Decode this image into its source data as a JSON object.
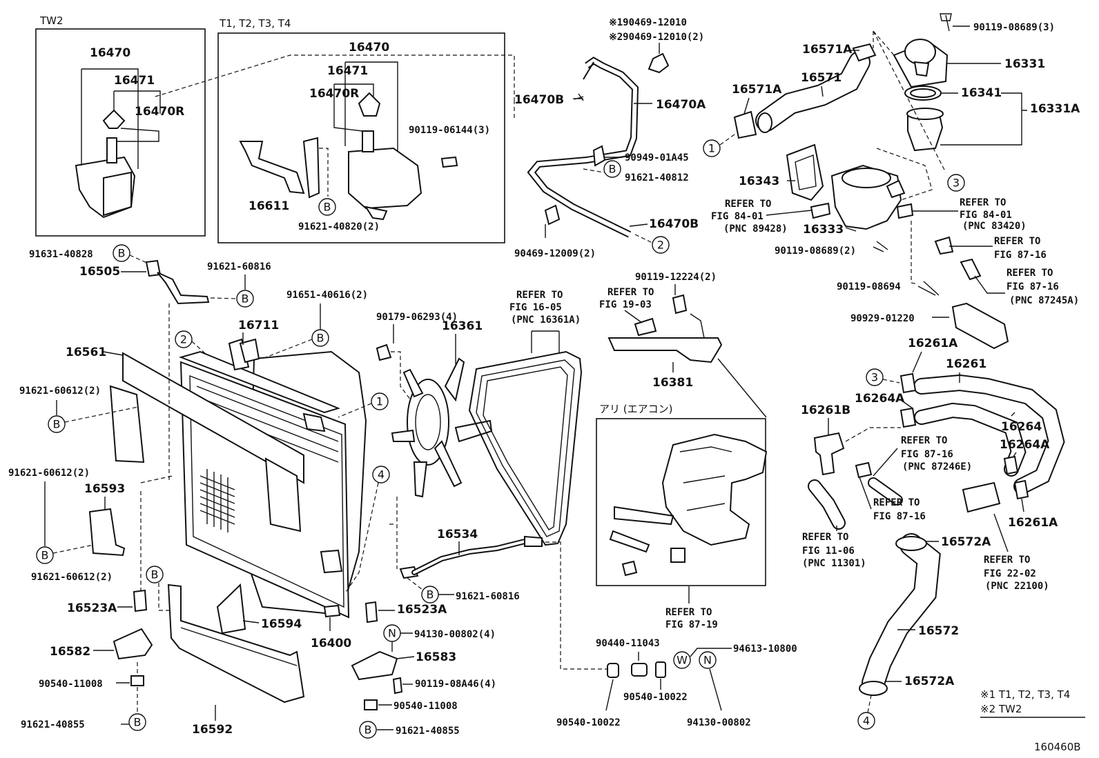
{
  "headers": {
    "tw2": "TW2",
    "t1234": "T1, T2, T3, T4",
    "aircon": "アリ (エアコン)"
  },
  "labels": {
    "p16470_a": "16470",
    "p16471_a": "16471",
    "p16470R_a": "16470R",
    "p16470_b": "16470",
    "p16471_b": "16471",
    "p16470R_b": "16470R",
    "p16611": "16611",
    "p90119_06144": "90119-06144(3)",
    "p91621_40820": "91621-40820(2)",
    "p16470B_a": "16470B",
    "p16470A": "16470A",
    "p90469_12010_1": "※190469-12010",
    "p90469_12010_2": "※290469-12010(2)",
    "p90949_01A45": "90949-01A45",
    "p91621_40812": "91621-40812",
    "p16470B_b": "16470B",
    "p90469_12009": "90469-12009(2)",
    "p16571A_a": "16571A",
    "p16571A_b": "16571A",
    "p16571": "16571",
    "p90119_08689_3": "90119-08689(3)",
    "p16331": "16331",
    "p16341": "16341",
    "p16331A": "16331A",
    "p16343": "16343",
    "p16333": "16333",
    "p90119_08689_2": "90119-08689(2)",
    "p90119_08694": "90119-08694",
    "p90929_01220": "90929-01220",
    "p91631_40828": "91631-40828",
    "p16505": "16505",
    "p91621_60816_a": "91621-60816",
    "p91651_40616": "91651-40616(2)",
    "p16711": "16711",
    "p16561": "16561",
    "p91621_60612_a": "91621-60612(2)",
    "p91621_60612_b": "91621-60612(2)",
    "p16593": "16593",
    "p91621_60612_c": "91621-60612(2)",
    "p16523A_a": "16523A",
    "p16582": "16582",
    "p90540_11008_a": "90540-11008",
    "p91621_40855_a": "91621-40855",
    "p16592": "16592",
    "p16594": "16594",
    "p16400": "16400",
    "p16523A_b": "16523A",
    "p94130_00802_4": "94130-00802(4)",
    "p16583": "16583",
    "p90119_08A46": "90119-08A46(4)",
    "p90540_11008_b": "90540-11008",
    "p91621_40855_b": "91621-40855",
    "p90179_06293": "90179-06293(4)",
    "p16361": "16361",
    "p16534": "16534",
    "p91621_60816_b": "91621-60816",
    "p90119_12224": "90119-12224(2)",
    "p16381": "16381",
    "p90440_11043": "90440-11043",
    "p94613_10800": "94613-10800",
    "p90540_10022_a": "90540-10022",
    "p90540_10022_b": "90540-10022",
    "p94130_00802": "94130-00802",
    "p16261A_a": "16261A",
    "p16261": "16261",
    "p16264A_a": "16264A",
    "p16261B": "16261B",
    "p16264": "16264",
    "p16264A_b": "16264A",
    "p16261A_b": "16261A",
    "p16572A_a": "16572A",
    "p16572": "16572",
    "p16572A_b": "16572A",
    "diagram_id": "160460B"
  },
  "refs": {
    "r1_1": "REFER TO",
    "r1_2": "FIG 16-05",
    "r1_3": "(PNC 16361A)",
    "r2_1": "REFER TO",
    "r2_2": "FIG 19-03",
    "r3_1": "REFER TO",
    "r3_2": "FIG 84-01",
    "r3_3": "(PNC 89428)",
    "r4_1": "REFER TO",
    "r4_2": "FIG 84-01",
    "r4_3": "(PNC 83420)",
    "r5_1": "REFER TO",
    "r5_2": "FIG 87-16",
    "r6_1": "REFER TO",
    "r6_2": "FIG 87-16",
    "r6_3": "(PNC 87245A)",
    "r7_1": "REFER TO",
    "r7_2": "FIG 87-16",
    "r7_3": "(PNC 87246E)",
    "r8_1": "REFER TO",
    "r8_2": "FIG 87-16",
    "r9_1": "REFER TO",
    "r9_2": "FIG 11-06",
    "r9_3": "(PNC 11301)",
    "r10_1": "REFER TO",
    "r10_2": "FIG 22-02",
    "r10_3": "(PNC 22100)",
    "r11_1": "REFER TO",
    "r11_2": "FIG 87-19"
  },
  "legend": {
    "l1": "※1 T1, T2, T3, T4",
    "l2": "※2 TW2"
  },
  "markers": {
    "b": "B",
    "n": "N",
    "w": "W",
    "c1": "1",
    "c2": "2",
    "c3": "3",
    "c4": "4"
  }
}
